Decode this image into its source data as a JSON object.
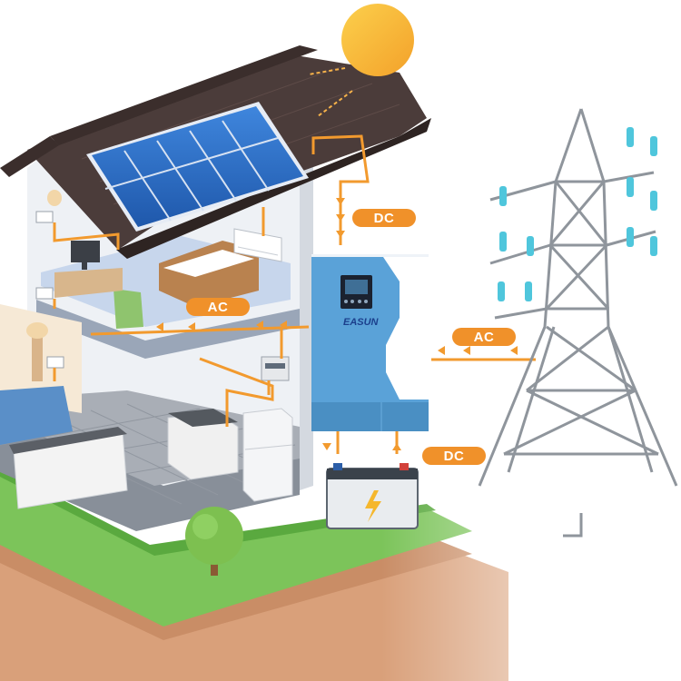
{
  "labels": {
    "dc_top": "DC",
    "ac_house": "AC",
    "ac_grid": "AC",
    "dc_battery": "DC"
  },
  "inverter": {
    "brand": "EASUN"
  },
  "colors": {
    "flow_orange": "#f29a2e",
    "label_orange": "#f0912a",
    "inverter_blue": "#5aa2d8",
    "roof_dark": "#4b3c3a",
    "panel_blue": "#2f6fc4",
    "sun": "#f7b233",
    "grass": "#7cc45a",
    "soil": "#d9a07a",
    "tower_gray": "#8f959c",
    "insulator": "#4fc6dc"
  },
  "icons": [
    "sun-icon",
    "solar-panel-icon",
    "inverter-icon",
    "battery-icon",
    "transmission-tower-icon",
    "tree-icon",
    "air-conditioner-icon"
  ]
}
